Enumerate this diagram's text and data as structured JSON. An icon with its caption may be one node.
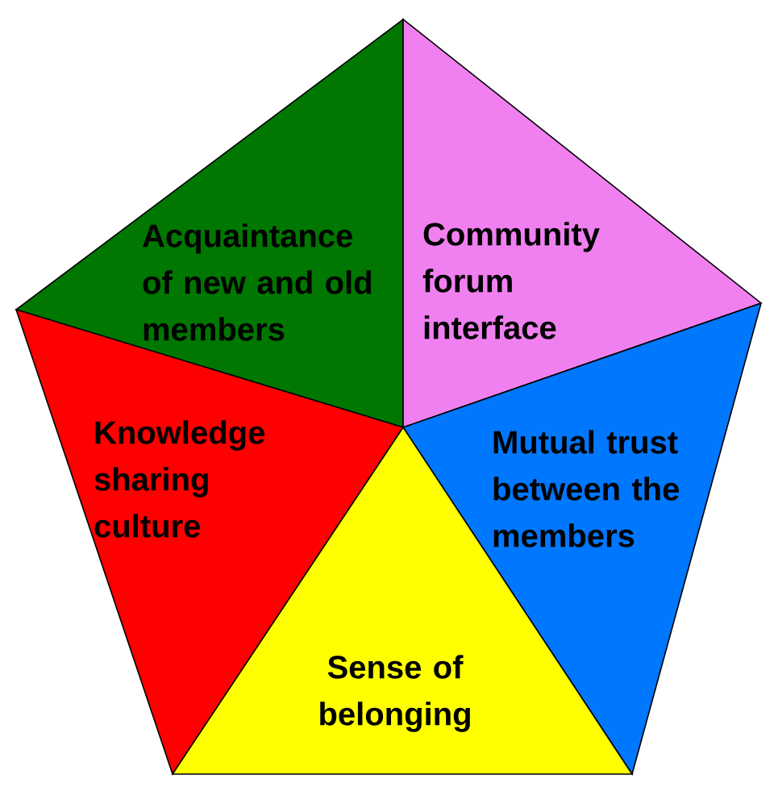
{
  "diagram": {
    "nodes": [
      {
        "text": [
          "Acquaintance of new and old members"
        ]
      },
      {
        "text": [
          "Community forum interface"
        ]
      },
      {
        "text": [
          "Knowledge sharing culture"
        ]
      },
      {
        "text": [
          "Mutual trust between the members"
        ]
      },
      {
        "text": [
          "Sense of belonging"
        ]
      }
    ]
  }
}
